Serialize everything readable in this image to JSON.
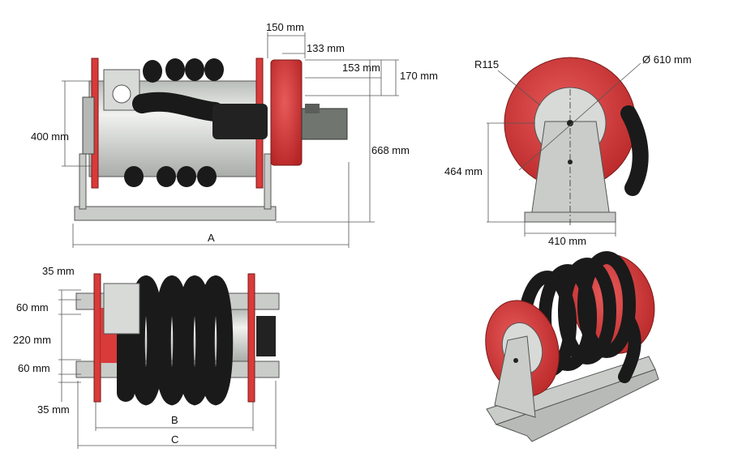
{
  "colors": {
    "flange_red": "#d93a3a",
    "hose_black": "#1a1a1a",
    "frame_grey": "#c9ccc8",
    "drum_silver": "#dcdfdc"
  },
  "side_view": {
    "dim_150": "150 mm",
    "dim_133": "133 mm",
    "dim_153": "153 mm",
    "dim_170": "170 mm",
    "dim_400": "400 mm",
    "dim_668": "668 mm",
    "dim_A": "A"
  },
  "end_view": {
    "dim_r115": "R115",
    "dim_d610": "Ø 610 mm",
    "dim_464": "464 mm",
    "dim_410": "410 mm"
  },
  "top_view": {
    "dim_35_top": "35 mm",
    "dim_60_top": "60 mm",
    "dim_220": "220 mm",
    "dim_60_bottom": "60 mm",
    "dim_35_bottom": "35 mm",
    "dim_B": "B",
    "dim_C": "C"
  }
}
